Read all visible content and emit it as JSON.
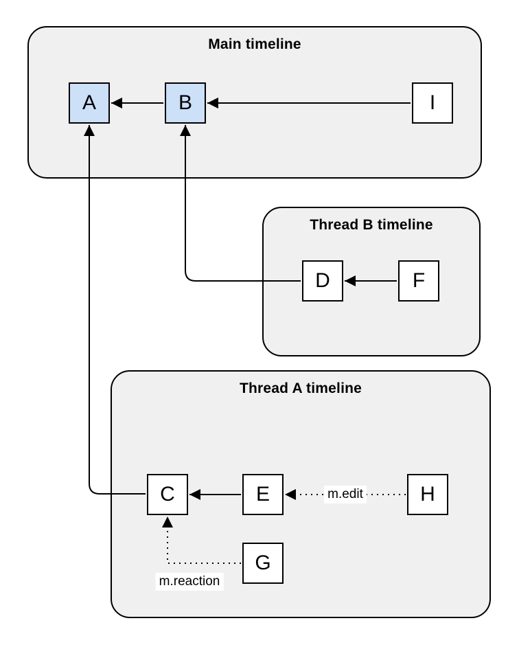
{
  "groups": {
    "main": {
      "label": "Main timeline"
    },
    "thread_b": {
      "label": "Thread B timeline"
    },
    "thread_a": {
      "label": "Thread A timeline"
    }
  },
  "nodes": {
    "a": {
      "label": "A"
    },
    "b": {
      "label": "B"
    },
    "i": {
      "label": "I"
    },
    "d": {
      "label": "D"
    },
    "f": {
      "label": "F"
    },
    "c": {
      "label": "C"
    },
    "e": {
      "label": "E"
    },
    "h": {
      "label": "H"
    },
    "g": {
      "label": "G"
    }
  },
  "edge_labels": {
    "edit": "m.edit",
    "reaction": "m.reaction"
  },
  "colors": {
    "background": "#ffffff",
    "group_fill": "#f0f0f0",
    "group_border": "#000000",
    "node_fill": "#ffffff",
    "node_highlight_fill": "#cce0f8",
    "node_border": "#000000",
    "edge_color": "#000000"
  }
}
